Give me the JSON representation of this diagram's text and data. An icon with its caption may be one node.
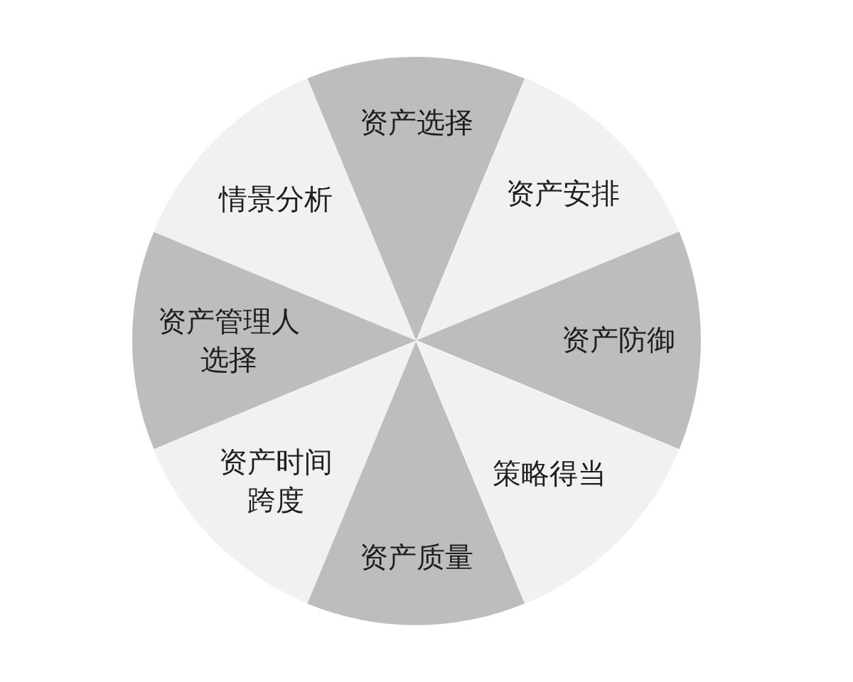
{
  "diagram": {
    "nodes": [
      {
        "text": [
          "资产选择"
        ]
      },
      {
        "text": [
          "资产安排"
        ]
      },
      {
        "text": [
          "资产防御"
        ]
      },
      {
        "text": [
          "策略得当"
        ]
      },
      {
        "text": [
          "资产质量"
        ]
      },
      {
        "text": [
          "资产时间跨度"
        ]
      },
      {
        "text": [
          "资产管理人选择"
        ]
      },
      {
        "text": [
          "情景分析"
        ]
      }
    ]
  }
}
